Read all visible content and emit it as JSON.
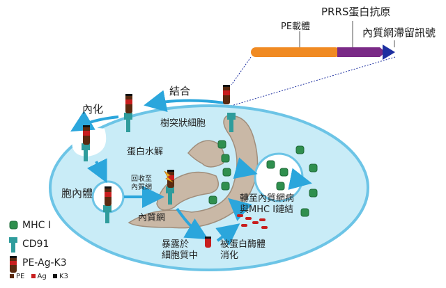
{
  "construct": {
    "pe_label": "PE載體",
    "antigen_label": "PRRS蛋白抗原",
    "er_signal_label": "內質網滯留訊號",
    "colors": {
      "pe": "#f08a22",
      "antigen": "#7a2a86",
      "signal": "#1d2fa0"
    }
  },
  "steps": {
    "binding": "結合",
    "internalization": "內化",
    "endosome": "胞內體",
    "proteolysis": "蛋白水解",
    "return_to_er": "回收至\n內質網",
    "er": "內質網",
    "cell": "樹突狀細胞",
    "exposure": "暴露於\n細胞質中",
    "proteasome": "被蛋白酶體\n消化",
    "to_er_mhc": "轉至內質網病\n與MHC I鏈結"
  },
  "legend": {
    "mhc": "MHC I",
    "cd91": "CD91",
    "ligand": "PE-Ag-K3",
    "parts": [
      "PE",
      "Ag",
      "K3"
    ],
    "part_colors": [
      "#5a2a10",
      "#c81e1e",
      "#111111"
    ]
  },
  "colors": {
    "cell_fill": "#c9ecf7",
    "cell_stroke": "#6cc4e6",
    "arrow": "#2ba6dc",
    "er_fill": "#c9b8a6",
    "mhc": "#2f8f4e",
    "cd91": "#2f9c9c"
  }
}
